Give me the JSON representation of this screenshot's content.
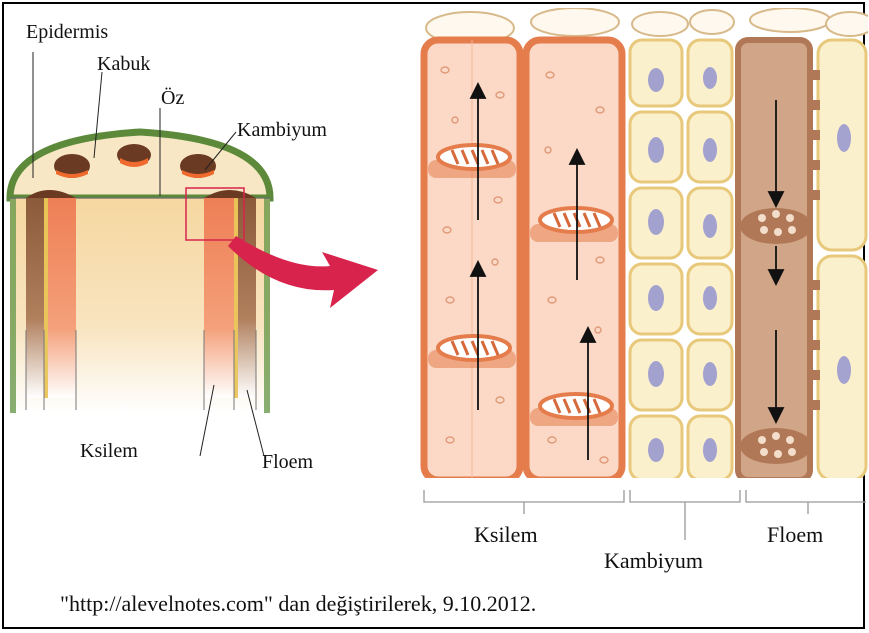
{
  "labels": {
    "epidermis": "Epidermis",
    "kabuk": "Kabuk",
    "oz": "Öz",
    "kambiyum_left": "Kambiyum",
    "ksilem_left": "Ksilem",
    "floem_left": "Floem",
    "ksilem_right": "Ksilem",
    "kambiyum_right": "Kambiyum",
    "floem_right": "Floem"
  },
  "caption": "\"http://alevelnotes.com\" dan değiştirilerek, 9.10.2012.",
  "colors": {
    "xylem": "#f08a62",
    "xylem_light": "#fbd9c6",
    "phloem": "#b07856",
    "cambium_cell": "#f6e3a6",
    "nucleus": "#8e8ec8",
    "epidermis": "#6a9a4c",
    "pith": "#f7dfae",
    "arrow": "#d8244c"
  }
}
